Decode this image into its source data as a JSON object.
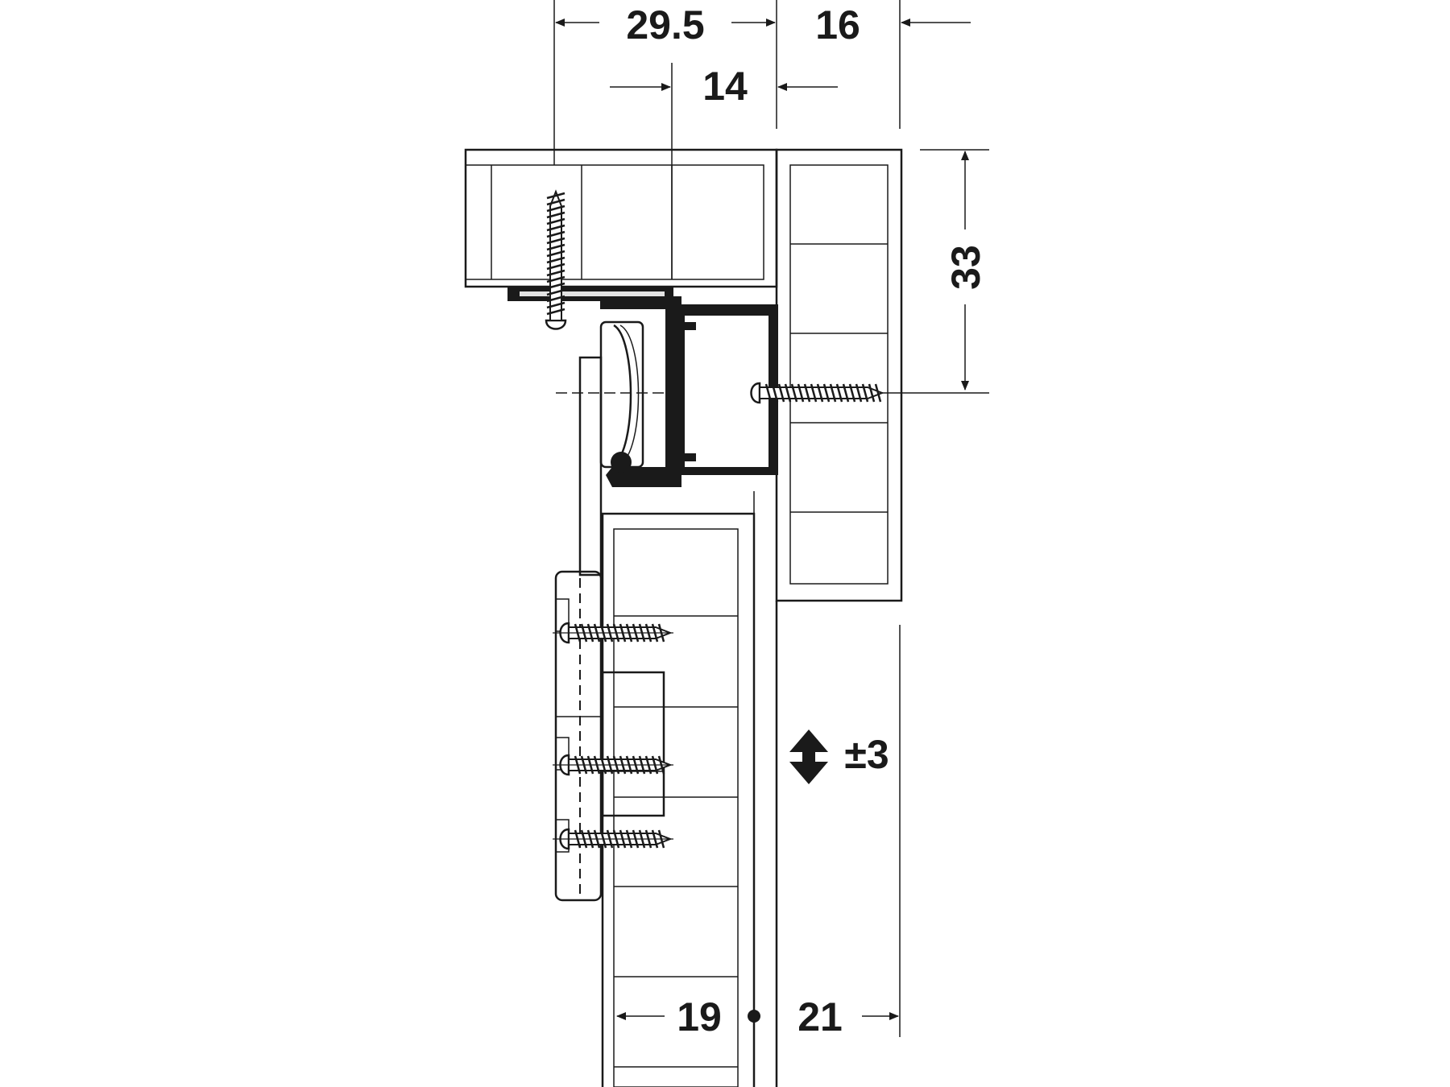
{
  "dimensions": {
    "top_width_29_5": "29.5",
    "top_width_16": "16",
    "top_offset_14": "14",
    "height_33": "33",
    "adjust_pm3": "±3",
    "bottom_19": "19",
    "bottom_21": "21"
  },
  "colors": {
    "line": "#1a1a1a",
    "light_fill": "#e3e3e3",
    "plate_fill": "#b3b3b3",
    "panel_fill": "#ffffff"
  },
  "icons": {
    "adjust_arrow": "double-vertical-arrow-icon",
    "screw": "wood-screw-icon"
  }
}
